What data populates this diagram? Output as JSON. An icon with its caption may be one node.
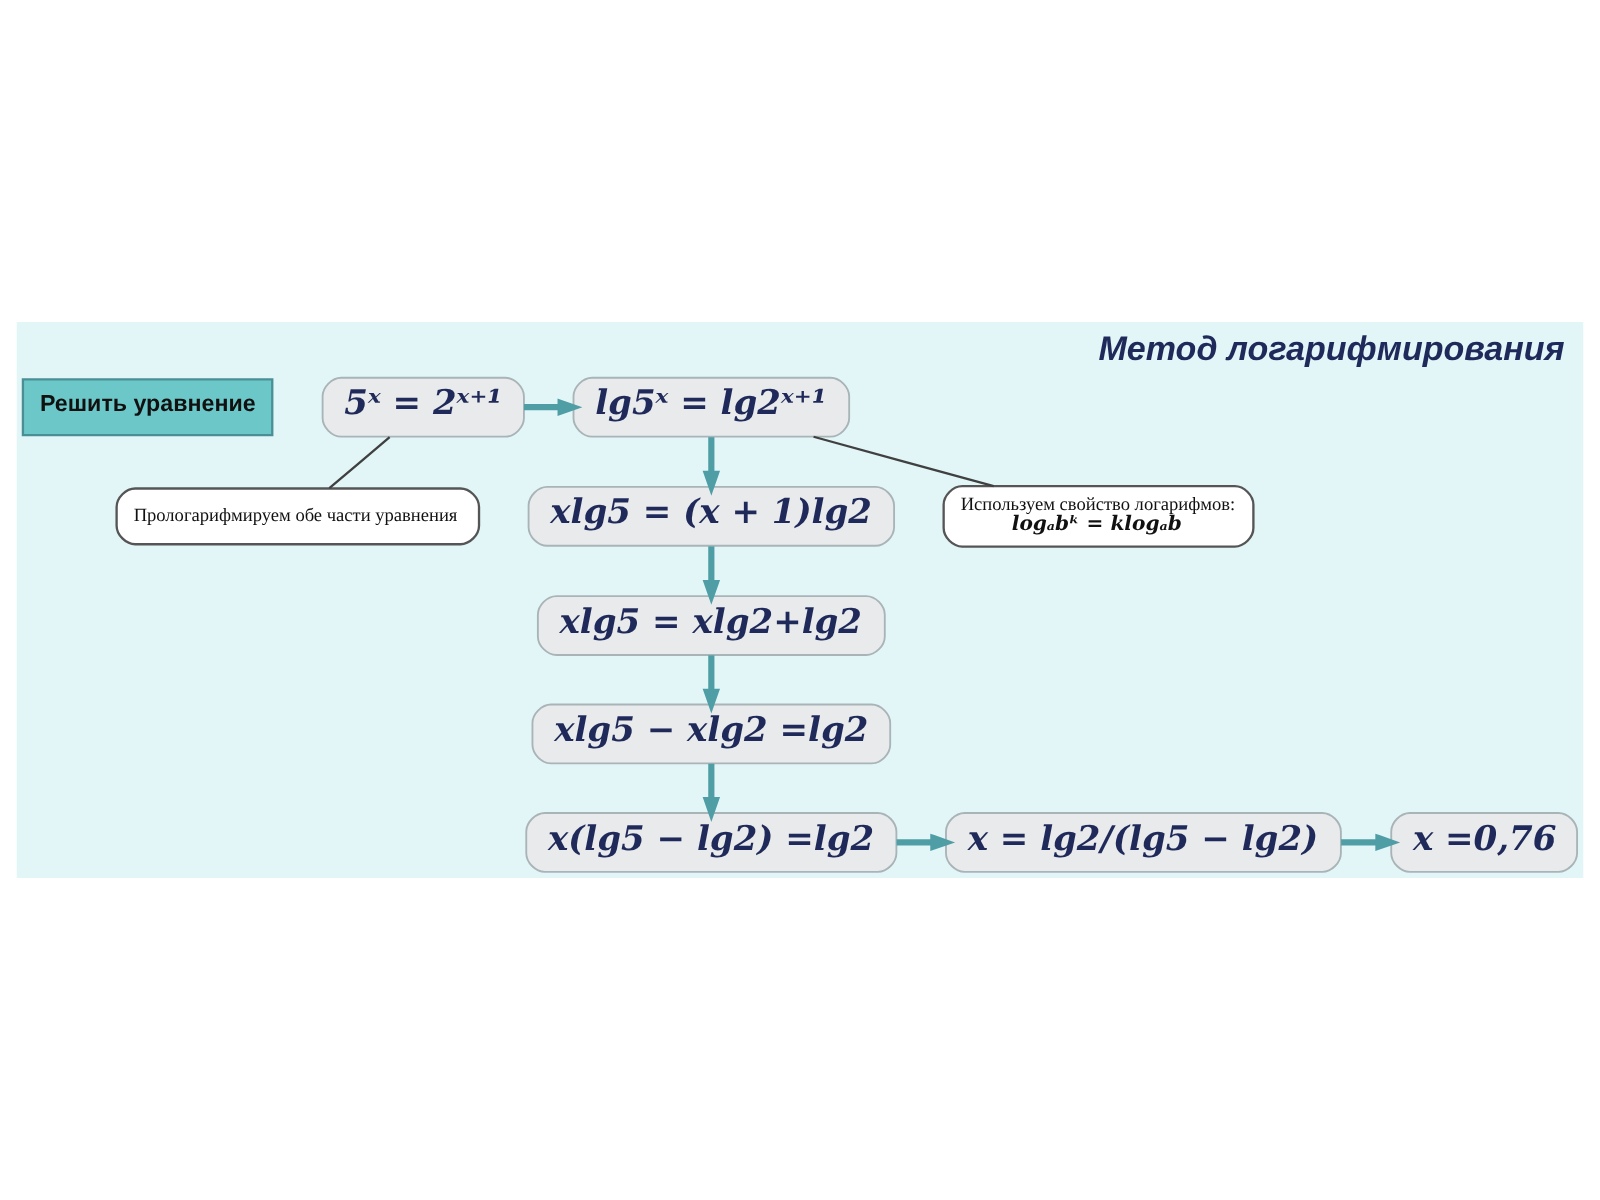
{
  "diagram": {
    "title": "Метод логарифмирования",
    "nodes": [
      {
        "text": [
          "Решить уравнение"
        ]
      },
      {
        "text": [
          "5ˣ = 2ˣ⁺¹"
        ]
      },
      {
        "text": [
          "lg5ˣ = lg2ˣ⁺¹"
        ]
      },
      {
        "text": [
          "xlg5 = (x + 1)lg2"
        ]
      },
      {
        "text": [
          "xlg5 = xlg2+lg2"
        ]
      },
      {
        "text": [
          "xlg5 − xlg2 =lg2"
        ]
      },
      {
        "text": [
          "x(lg5 − lg2) =lg2"
        ]
      },
      {
        "text": [
          "x = lg2/(lg5 − lg2)"
        ]
      },
      {
        "text": [
          "x =0,76"
        ]
      },
      {
        "text": [
          "Прологарифмируем обе части уравнения"
        ]
      },
      {
        "text": [
          "Используем свойство логарифмов:",
          "logₐbᵏ = klogₐb"
        ]
      }
    ],
    "edges": [
      {
        "from": 1,
        "to": 2,
        "arrow": "to"
      },
      {
        "from": 2,
        "to": 3,
        "arrow": "to"
      },
      {
        "from": 3,
        "to": 4,
        "arrow": "to"
      },
      {
        "from": 4,
        "to": 5,
        "arrow": "to"
      },
      {
        "from": 5,
        "to": 6,
        "arrow": "to"
      },
      {
        "from": 6,
        "to": 7,
        "arrow": "to"
      },
      {
        "from": 7,
        "to": 8,
        "arrow": "to"
      },
      {
        "from": 9,
        "to": 1,
        "arrow": "none",
        "color": "#404040"
      },
      {
        "from": 10,
        "to": 2,
        "arrow": "none",
        "color": "#404040"
      }
    ]
  }
}
